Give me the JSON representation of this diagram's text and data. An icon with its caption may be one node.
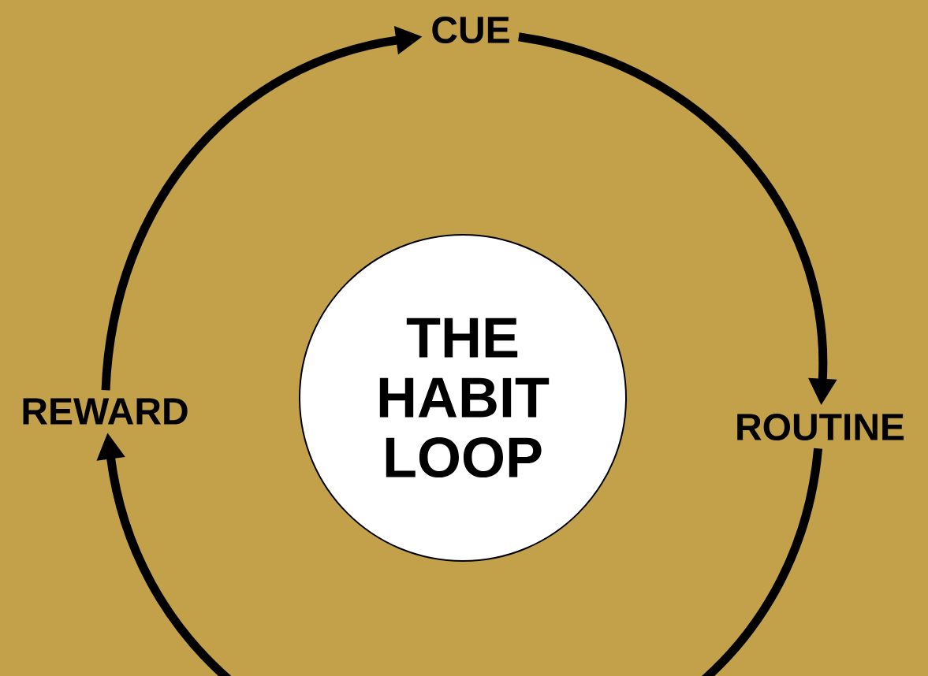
{
  "diagram": {
    "nodes": [
      {
        "text": [
          "THE HABIT LOOP"
        ]
      },
      {
        "text": [
          "CUE"
        ]
      },
      {
        "text": [
          "ROUTINE"
        ]
      },
      {
        "text": [
          "REWARD"
        ]
      }
    ],
    "edges": [
      {
        "from": 3,
        "to": 1,
        "arrow": "to"
      },
      {
        "from": 1,
        "to": 2,
        "arrow": "to"
      },
      {
        "from": 2,
        "to": 3,
        "arrow": "to"
      }
    ]
  }
}
